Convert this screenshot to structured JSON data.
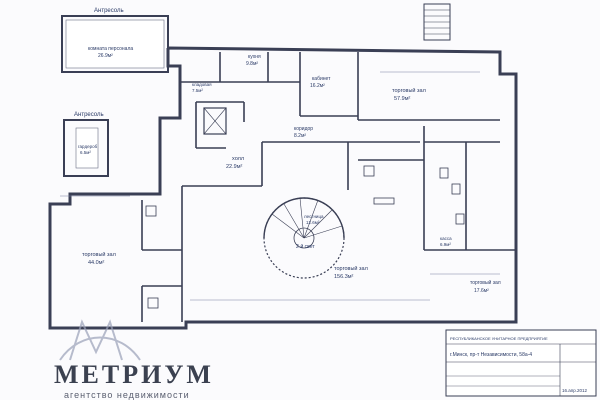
{
  "plan": {
    "mezzanine_top_title": "Антресоль",
    "mezzanine_left_title": "Антресоль",
    "rooms": [
      {
        "id": "staff",
        "name": "комната персонала",
        "area": "26.9м²"
      },
      {
        "id": "kitchen",
        "name": "кухня",
        "area": "9.8м²"
      },
      {
        "id": "cabinet",
        "name": "кабинет",
        "area": "16.2м²"
      },
      {
        "id": "hall1",
        "name": "торговый зал",
        "area": "57.9м²"
      },
      {
        "id": "storage1",
        "name": "кладовая",
        "area": "7.5м²"
      },
      {
        "id": "wardrobe1",
        "name": "гардероб",
        "area": "6.5м²"
      },
      {
        "id": "corridor1",
        "name": "коридор",
        "area": "8.2м²"
      },
      {
        "id": "hallway",
        "name": "холл",
        "area": "22.9м²"
      },
      {
        "id": "hall2",
        "name": "торговый зал",
        "area": "44.0м²"
      },
      {
        "id": "hall3",
        "name": "торговый зал",
        "area": "156.3м²"
      },
      {
        "id": "hall4",
        "name": "торговый зал",
        "area": "17.6м²"
      },
      {
        "id": "stairs",
        "name": "лестница",
        "area": "12.6м²"
      },
      {
        "id": "cashier",
        "name": "касса",
        "area": "6.9м²"
      }
    ],
    "stair_note": "2-й свет"
  },
  "titleblock": {
    "org": "РЕСПУБЛИКАНСКОЕ УНИТАРНОЕ ПРЕДПРИЯТИЕ",
    "address": "г.Минск, пр-т Независимости, 58а-4",
    "date": "16.апр.2012"
  },
  "brand": {
    "name": "МЕТРИУМ",
    "tagline": "агентство недвижимости"
  },
  "colors": {
    "ink": "#3a3f55",
    "text": "#2a3a66",
    "brand": "#3b4150"
  }
}
